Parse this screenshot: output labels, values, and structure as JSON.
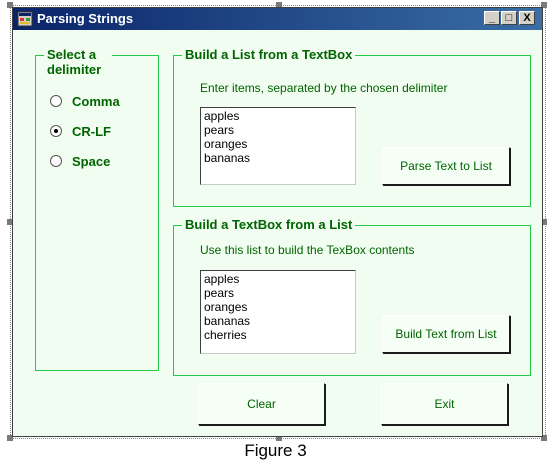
{
  "window": {
    "title": "Parsing Strings"
  },
  "titlebar_buttons": {
    "minimize": "_",
    "maximize": "□",
    "close": "X"
  },
  "delimiter_group": {
    "title": "Select a delimiter",
    "options": [
      {
        "label": "Comma",
        "checked": false
      },
      {
        "label": "CR-LF",
        "checked": true
      },
      {
        "label": "Space",
        "checked": false
      }
    ]
  },
  "list_from_textbox": {
    "title": "Build a List from a TextBox",
    "instructions": "Enter items, separated by the chosen delimiter",
    "textbox_lines": [
      "apples",
      "pears",
      "oranges",
      "bananas"
    ],
    "button_label": "Parse Text to List"
  },
  "textbox_from_list": {
    "title": "Build a TextBox from a List",
    "instructions": "Use this list to build the TexBox contents",
    "list_items": [
      "apples",
      "pears",
      "oranges",
      "bananas",
      "cherries"
    ],
    "button_label": "Build Text from List"
  },
  "footer_buttons": {
    "clear": "Clear",
    "exit": "Exit"
  },
  "caption": "Figure 3"
}
